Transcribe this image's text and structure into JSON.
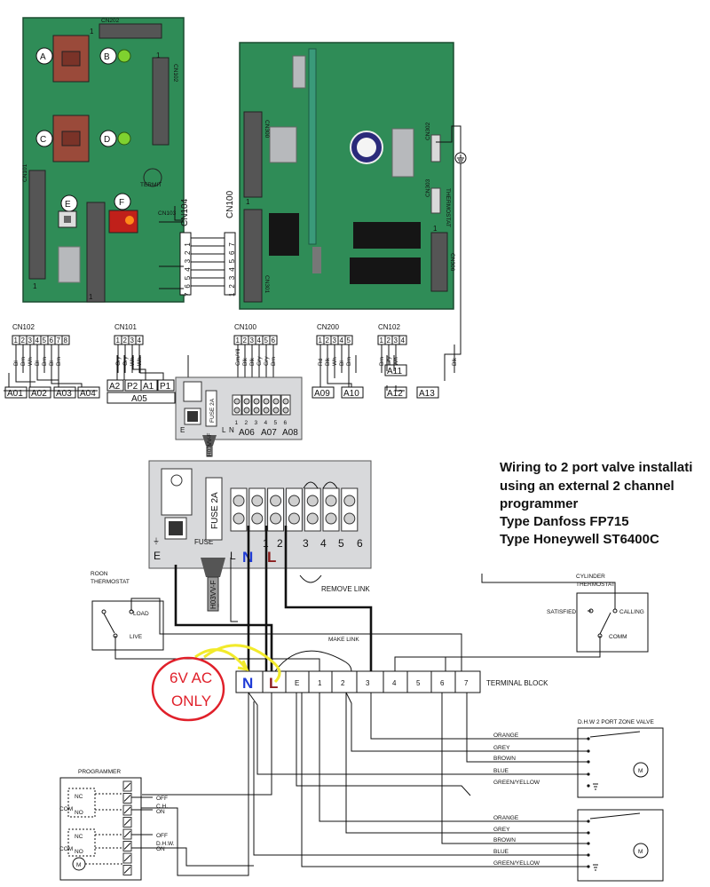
{
  "boards": {
    "left_markers": [
      "A",
      "B",
      "C",
      "D",
      "E",
      "F"
    ],
    "left_connectors": [
      "CN202",
      "CN102",
      "CN101",
      "CN103",
      "CN203"
    ],
    "left_pin_one": "1",
    "termit": "TERMIT",
    "cn104": "CN104",
    "cn100": "CN100",
    "cn104_pins": [
      "7",
      "6",
      "5",
      "4",
      "3",
      "2",
      "1"
    ],
    "cn100_pins": [
      "1",
      "2",
      "3",
      "4",
      "5",
      "6",
      "7"
    ],
    "right_connectors": [
      "CN300",
      "CN301",
      "CN302",
      "CN303",
      "THERMOSTAT",
      "CN306"
    ],
    "right_pin_one": "1"
  },
  "connector_groups": [
    {
      "name": "CN102",
      "pins": [
        "1",
        "2",
        "3",
        "4",
        "5",
        "6",
        "7",
        "8"
      ],
      "wires": [
        "Bl",
        "Brn",
        "Wh",
        "Bl",
        "Brn",
        "Bl",
        "Brn"
      ],
      "codes": [
        "A01",
        "A02",
        "A03",
        "A04"
      ]
    },
    {
      "name": "CN101",
      "pins": [
        "1",
        "2",
        "3",
        "4"
      ],
      "wires": [
        "Gry",
        "Gry",
        "Wh",
        "Wh"
      ],
      "codes": [
        "A2",
        "P2",
        "A1",
        "P1"
      ],
      "group_code": "A05"
    },
    {
      "name": "CN100",
      "pins": [
        "1",
        "2",
        "3",
        "4",
        "5",
        "6"
      ],
      "wires": [
        "Gm/Yll",
        "Blk",
        "Blk",
        "Gry",
        "Gry",
        "Brn"
      ]
    },
    {
      "name": "CN200",
      "pins": [
        "1",
        "2",
        "3",
        "4",
        "5"
      ],
      "wires": [
        "Rd",
        "Blk",
        "Wh",
        "Bl",
        "Brn"
      ],
      "codes": [
        "A09",
        "A10"
      ]
    },
    {
      "name": "CN102",
      "pins": [
        "1",
        "2",
        "3",
        "4"
      ],
      "wires": [
        "Brn",
        "Gry",
        "Wh"
      ],
      "codes": [
        "A11",
        "A12"
      ]
    },
    {
      "name": "",
      "wires": [
        "Blk"
      ],
      "codes": [
        "A13"
      ]
    }
  ],
  "small_terminal": {
    "codes": [
      "A06",
      "A07",
      "A08"
    ],
    "nums": [
      "1",
      "2",
      "3",
      "4",
      "5",
      "6"
    ],
    "fuse": "FUSE 2A",
    "cable": "H03VV-F",
    "letters": [
      "E",
      "L",
      "N"
    ]
  },
  "big_terminal": {
    "fuse": "FUSE 2A",
    "fuse_small": "FUSE",
    "earth_label": "E",
    "l_label": "L",
    "n_mark": "N",
    "l_mark": "L",
    "nums": [
      "1",
      "2",
      "3",
      "4",
      "5",
      "6"
    ],
    "cable": "H03VV-F",
    "remove_link": "REMOVE LINK"
  },
  "title": [
    "Wiring to  2 port valve installati",
    "using an external 2 channel",
    "programmer",
    "Type Danfoss FP715",
    "Type Honeywell ST6400C"
  ],
  "room_thermostat": {
    "label": [
      "ROON",
      "THERMOSTAT"
    ],
    "load": "LOAD",
    "live": "LIVE"
  },
  "cylinder_thermostat": {
    "label": [
      "CYLINDER",
      "THERMOSTAT"
    ],
    "satisfied": "SATISFIED",
    "calling": "CALLING",
    "comm": "COMM"
  },
  "make_link": "MAKE LINK",
  "terminal_block": {
    "label": "TERMINAL  BLOCK",
    "cells": [
      "N",
      "L",
      "E",
      "1",
      "2",
      "3",
      "4",
      "5",
      "6",
      "7"
    ]
  },
  "handwritten_note": [
    "6V AC",
    "ONLY"
  ],
  "valve1": {
    "label": "D.H.W 2 PORT ZONE VALVE",
    "wires": [
      "ORANGE",
      "GREY",
      "BROWN",
      "BLUE",
      "GREEN/YELLOW"
    ],
    "motor": "M"
  },
  "valve2": {
    "wires": [
      "ORANGE",
      "GREY",
      "BROWN",
      "BLUE",
      "GREEN/YELLOW"
    ],
    "motor": "M"
  },
  "programmer": {
    "label": "PROGRAMMER",
    "nc": "NC",
    "com": "COM",
    "no": "NO",
    "outputs": [
      "OFF",
      "C.H.",
      "ON",
      "OFF",
      "D.H.W.",
      "ON"
    ],
    "motor": "M"
  },
  "colors": {
    "board": "#2f8c57",
    "n_mark": "#1f3bd6",
    "l_mark": "#8a1c1c",
    "yellow": "#f2ea2a",
    "red": "#e0202a",
    "led": "#7fd12f"
  }
}
